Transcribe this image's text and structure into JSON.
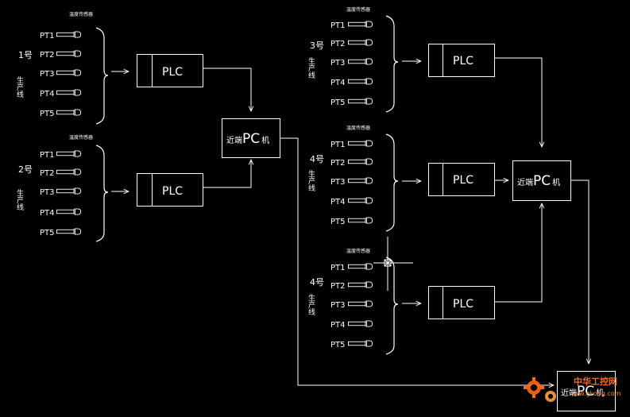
{
  "colors": {
    "background": "#000000",
    "stroke": "#ffffff",
    "text": "#ffffff",
    "watermark": "#ff6a1a"
  },
  "sensor_header": "温度传感器",
  "sensor_labels": [
    "PT1",
    "PT2",
    "PT3",
    "PT4",
    "PT5"
  ],
  "plc_label": "PLC",
  "pc_label": "近端PC机",
  "pc_text": {
    "prefix": "近端",
    "main": "PC",
    "suffix": "机"
  },
  "groups": [
    {
      "line_number": "1号",
      "line_label": "生产线"
    },
    {
      "line_number": "2号",
      "line_label": "生产线"
    },
    {
      "line_number": "3号",
      "line_label": "生产线"
    },
    {
      "line_number": "4号",
      "line_label": "生产线"
    },
    {
      "line_number": "4号",
      "line_label": "生产线"
    }
  ],
  "watermark": {
    "text": "中华工控网",
    "url": "www.gkong.com",
    "icon": "gear-icon"
  }
}
